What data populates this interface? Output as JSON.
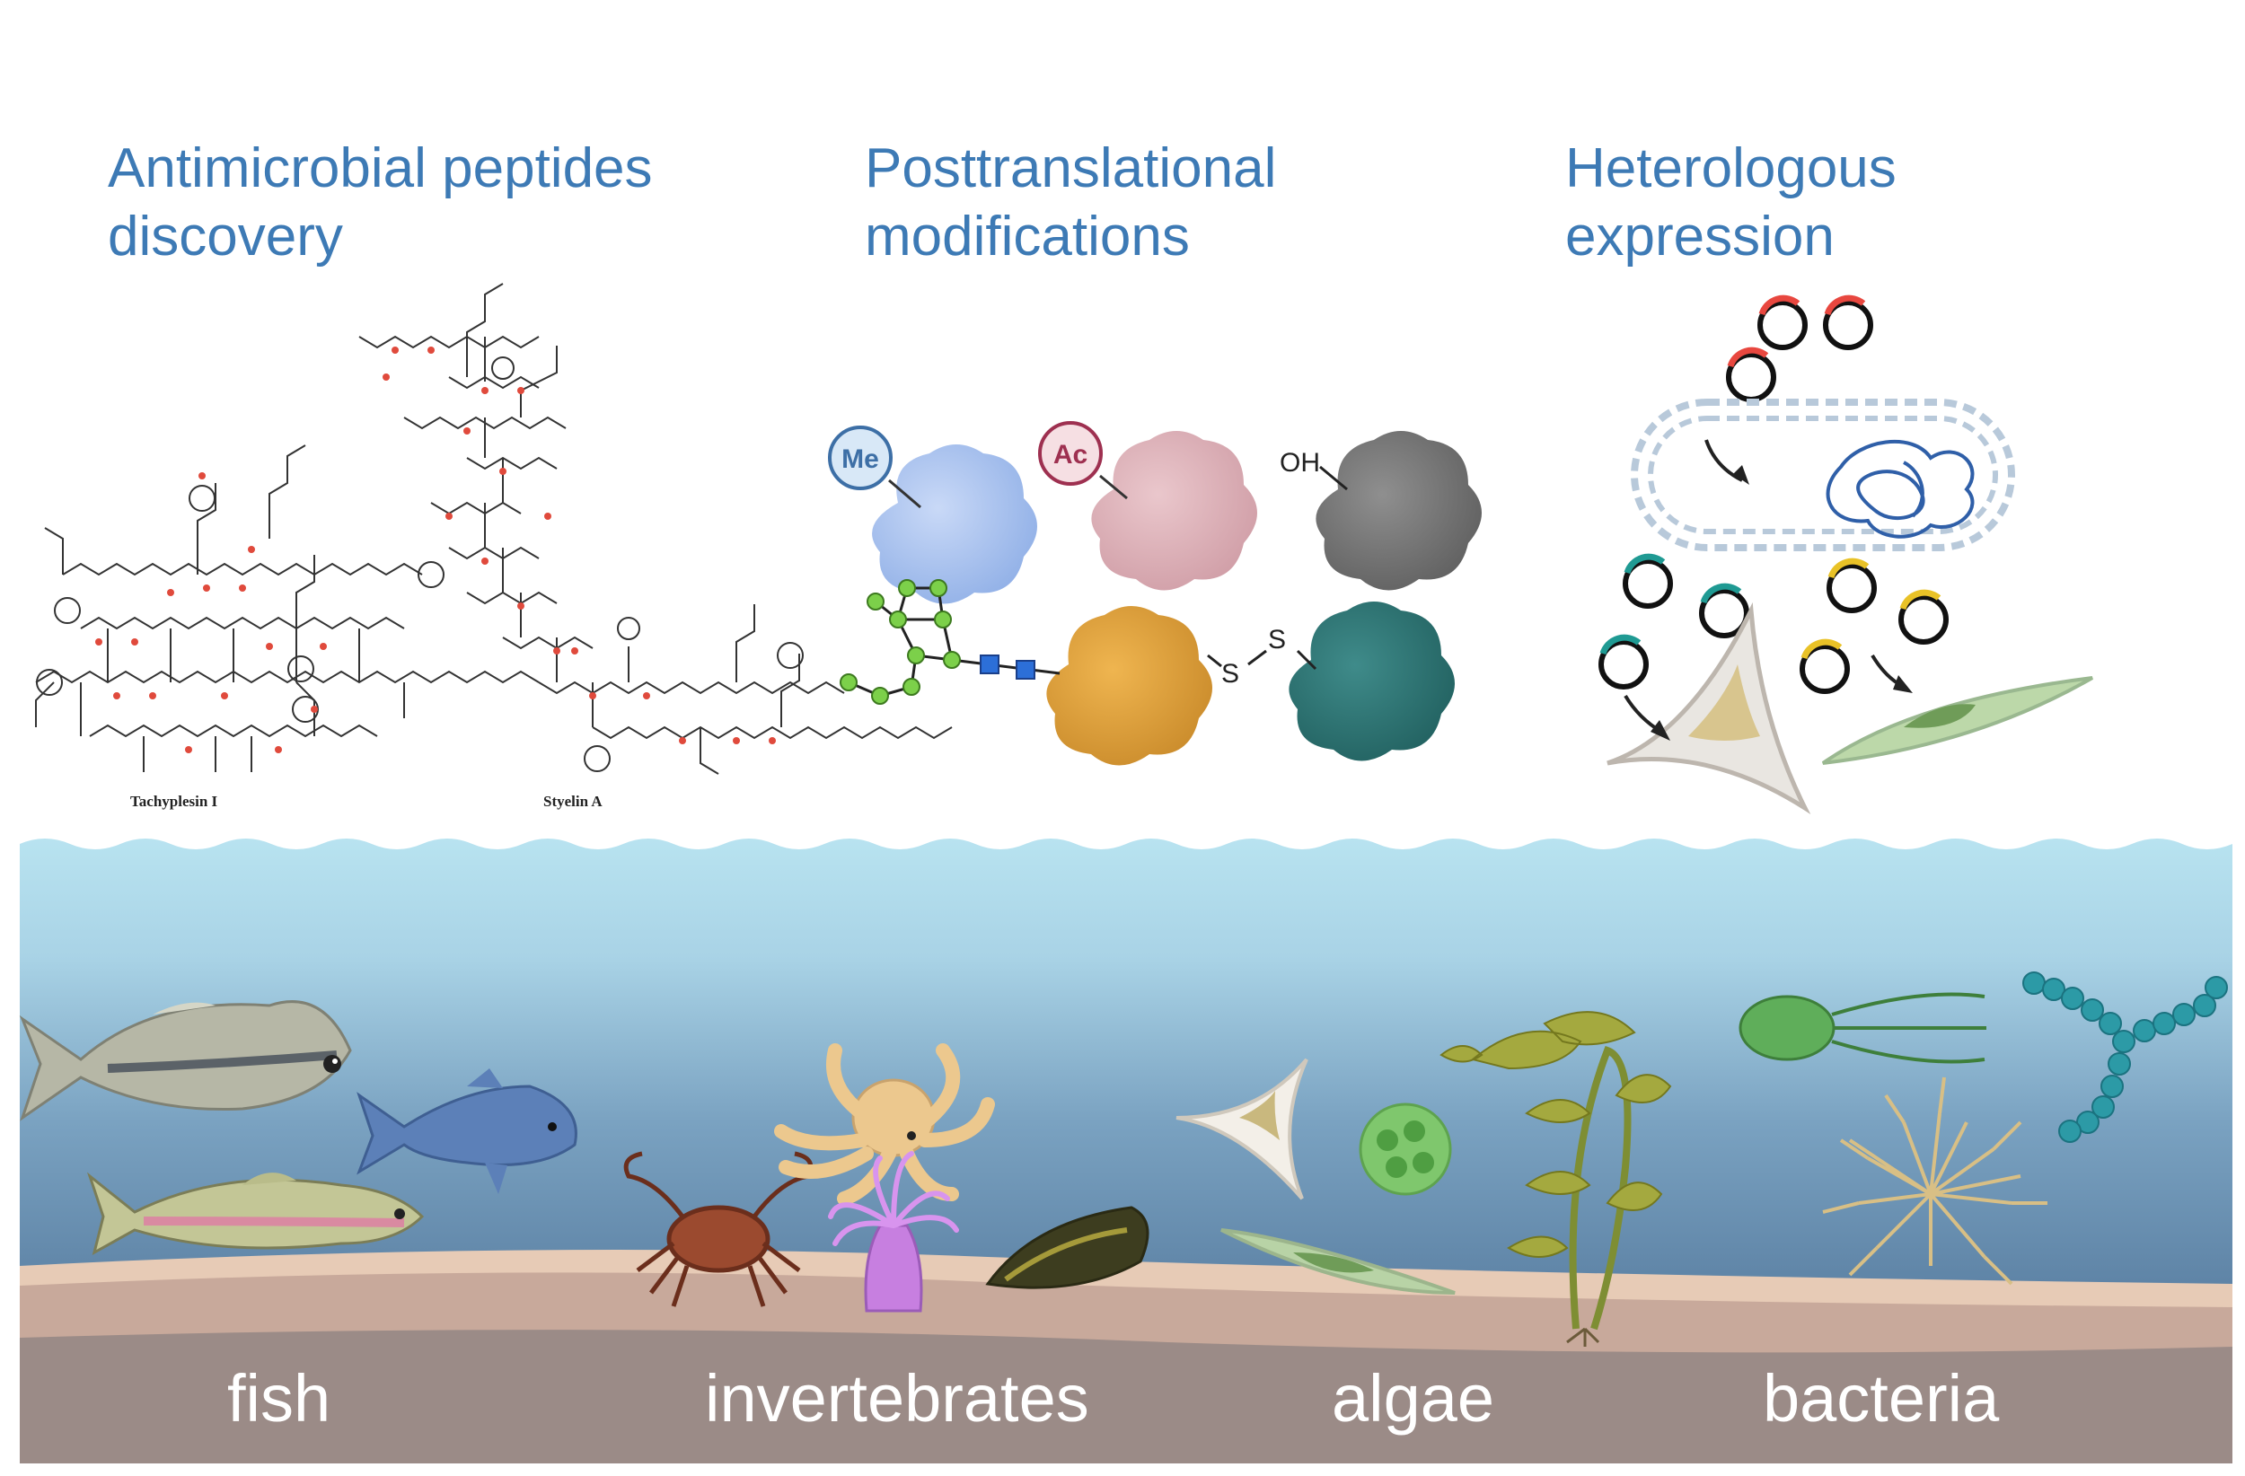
{
  "headings": {
    "amp_discovery": [
      "Antimicrobial peptides",
      "discovery"
    ],
    "ptm": [
      "Posttranslational",
      "modifications"
    ],
    "heterologous": [
      "Heterologous",
      "expression"
    ]
  },
  "molecules": {
    "left": "Tachyplesin I",
    "right": "Styelin A"
  },
  "modifications": {
    "methyl": "Me",
    "acetyl": "Ac",
    "hydroxyl": "OH",
    "sulfur_a": "S",
    "sulfur_b": "S"
  },
  "organism_groups": [
    "fish",
    "invertebrates",
    "algae",
    "bacteria"
  ],
  "colors": {
    "heading": "#3d7ab5",
    "water_top": "#b7e2ef",
    "water_bottom": "#5a7fa2",
    "sediment_light": "#e6c9b3",
    "sediment_mid": "#c7a89a",
    "sediment_dark": "#9a8a86",
    "methyl_badge": "#3d6fa6",
    "acetyl_badge": "#9e3050",
    "plasmid_red": "#e8473f",
    "plasmid_teal": "#1f9a93",
    "plasmid_yellow": "#e9c227"
  }
}
